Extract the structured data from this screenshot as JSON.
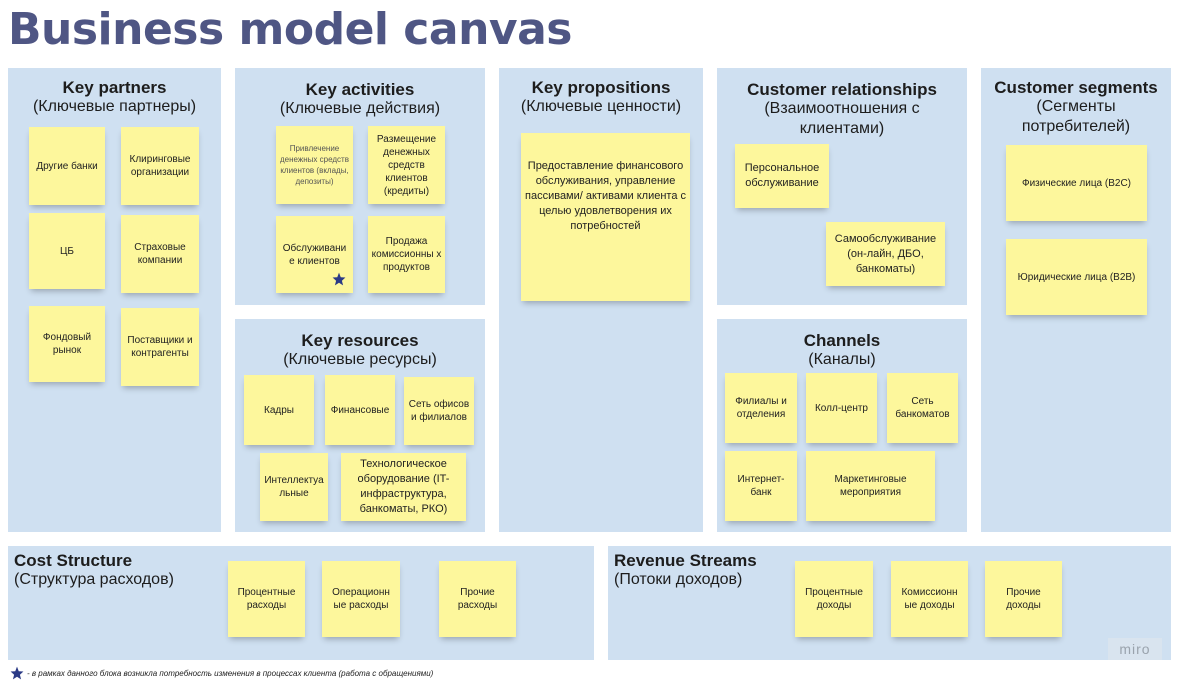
{
  "title": "Business model canvas",
  "blocks": {
    "partners": {
      "title": "Key partners",
      "subtitle": "(Ключевые партнеры)",
      "notes": [
        "Другие банки",
        "Клиринговые организации",
        "ЦБ",
        "Страховые компании",
        "Фондовый рынок",
        "Поставщики и контрагенты"
      ]
    },
    "activities": {
      "title": "Key activities",
      "subtitle": "(Ключевые действия)",
      "notes": [
        "Привлечение денежных средств клиентов (вклады, депозиты)",
        "Размещение денежных средств клиентов (кредиты)",
        "Обслуживани е клиентов",
        "Продажа комиссионны х продуктов"
      ]
    },
    "resources": {
      "title": "Key resources",
      "subtitle": "(Ключевые ресурсы)",
      "notes": [
        "Кадры",
        "Финансовые",
        "Сеть офисов и филиалов",
        "Интеллектуа льные",
        "Технологическое оборудование (IT-инфраструктура, банкоматы, РКО)"
      ]
    },
    "propositions": {
      "title": "Key propositions",
      "subtitle": "(Ключевые ценности)",
      "notes": [
        "Предоставление финансового обслуживания, управление пассивами/ активами клиента с целью удовлетворения их потребностей"
      ]
    },
    "relationships": {
      "title": "Customer relationships",
      "subtitle": "(Взаимоотношения с клиентами)",
      "notes": [
        "Персональное обслуживание",
        "Самообслуживание (он-лайн, ДБО, банкоматы)"
      ]
    },
    "channels": {
      "title": "Channels",
      "subtitle": "(Каналы)",
      "notes": [
        "Филиалы и отделения",
        "Колл-центр",
        "Сеть банкоматов",
        "Интернет-банк",
        "Маркетинговые мероприятия"
      ]
    },
    "segments": {
      "title": "Customer segments",
      "subtitle": "(Сегменты потребителей)",
      "notes": [
        "Физические лица (B2C)",
        "Юридические лица (B2B)"
      ]
    },
    "costs": {
      "title": "Cost Structure",
      "subtitle": "(Структура расходов)",
      "notes": [
        "Процентные расходы",
        "Операционн ые расходы",
        "Прочие расходы"
      ]
    },
    "revenue": {
      "title": "Revenue Streams",
      "subtitle": "(Потоки доходов)",
      "notes": [
        "Процентные доходы",
        "Комиссионн ые доходы",
        "Прочие доходы"
      ]
    }
  },
  "footnote": "- в рамках данного блока возникла потребность изменения в процессах клиента (работа с обращениями)",
  "watermark": "miro",
  "colors": {
    "block": "#cfe0f1",
    "sticky": "#fdf79c",
    "title": "#4f5684",
    "star": "#2b3a86"
  }
}
